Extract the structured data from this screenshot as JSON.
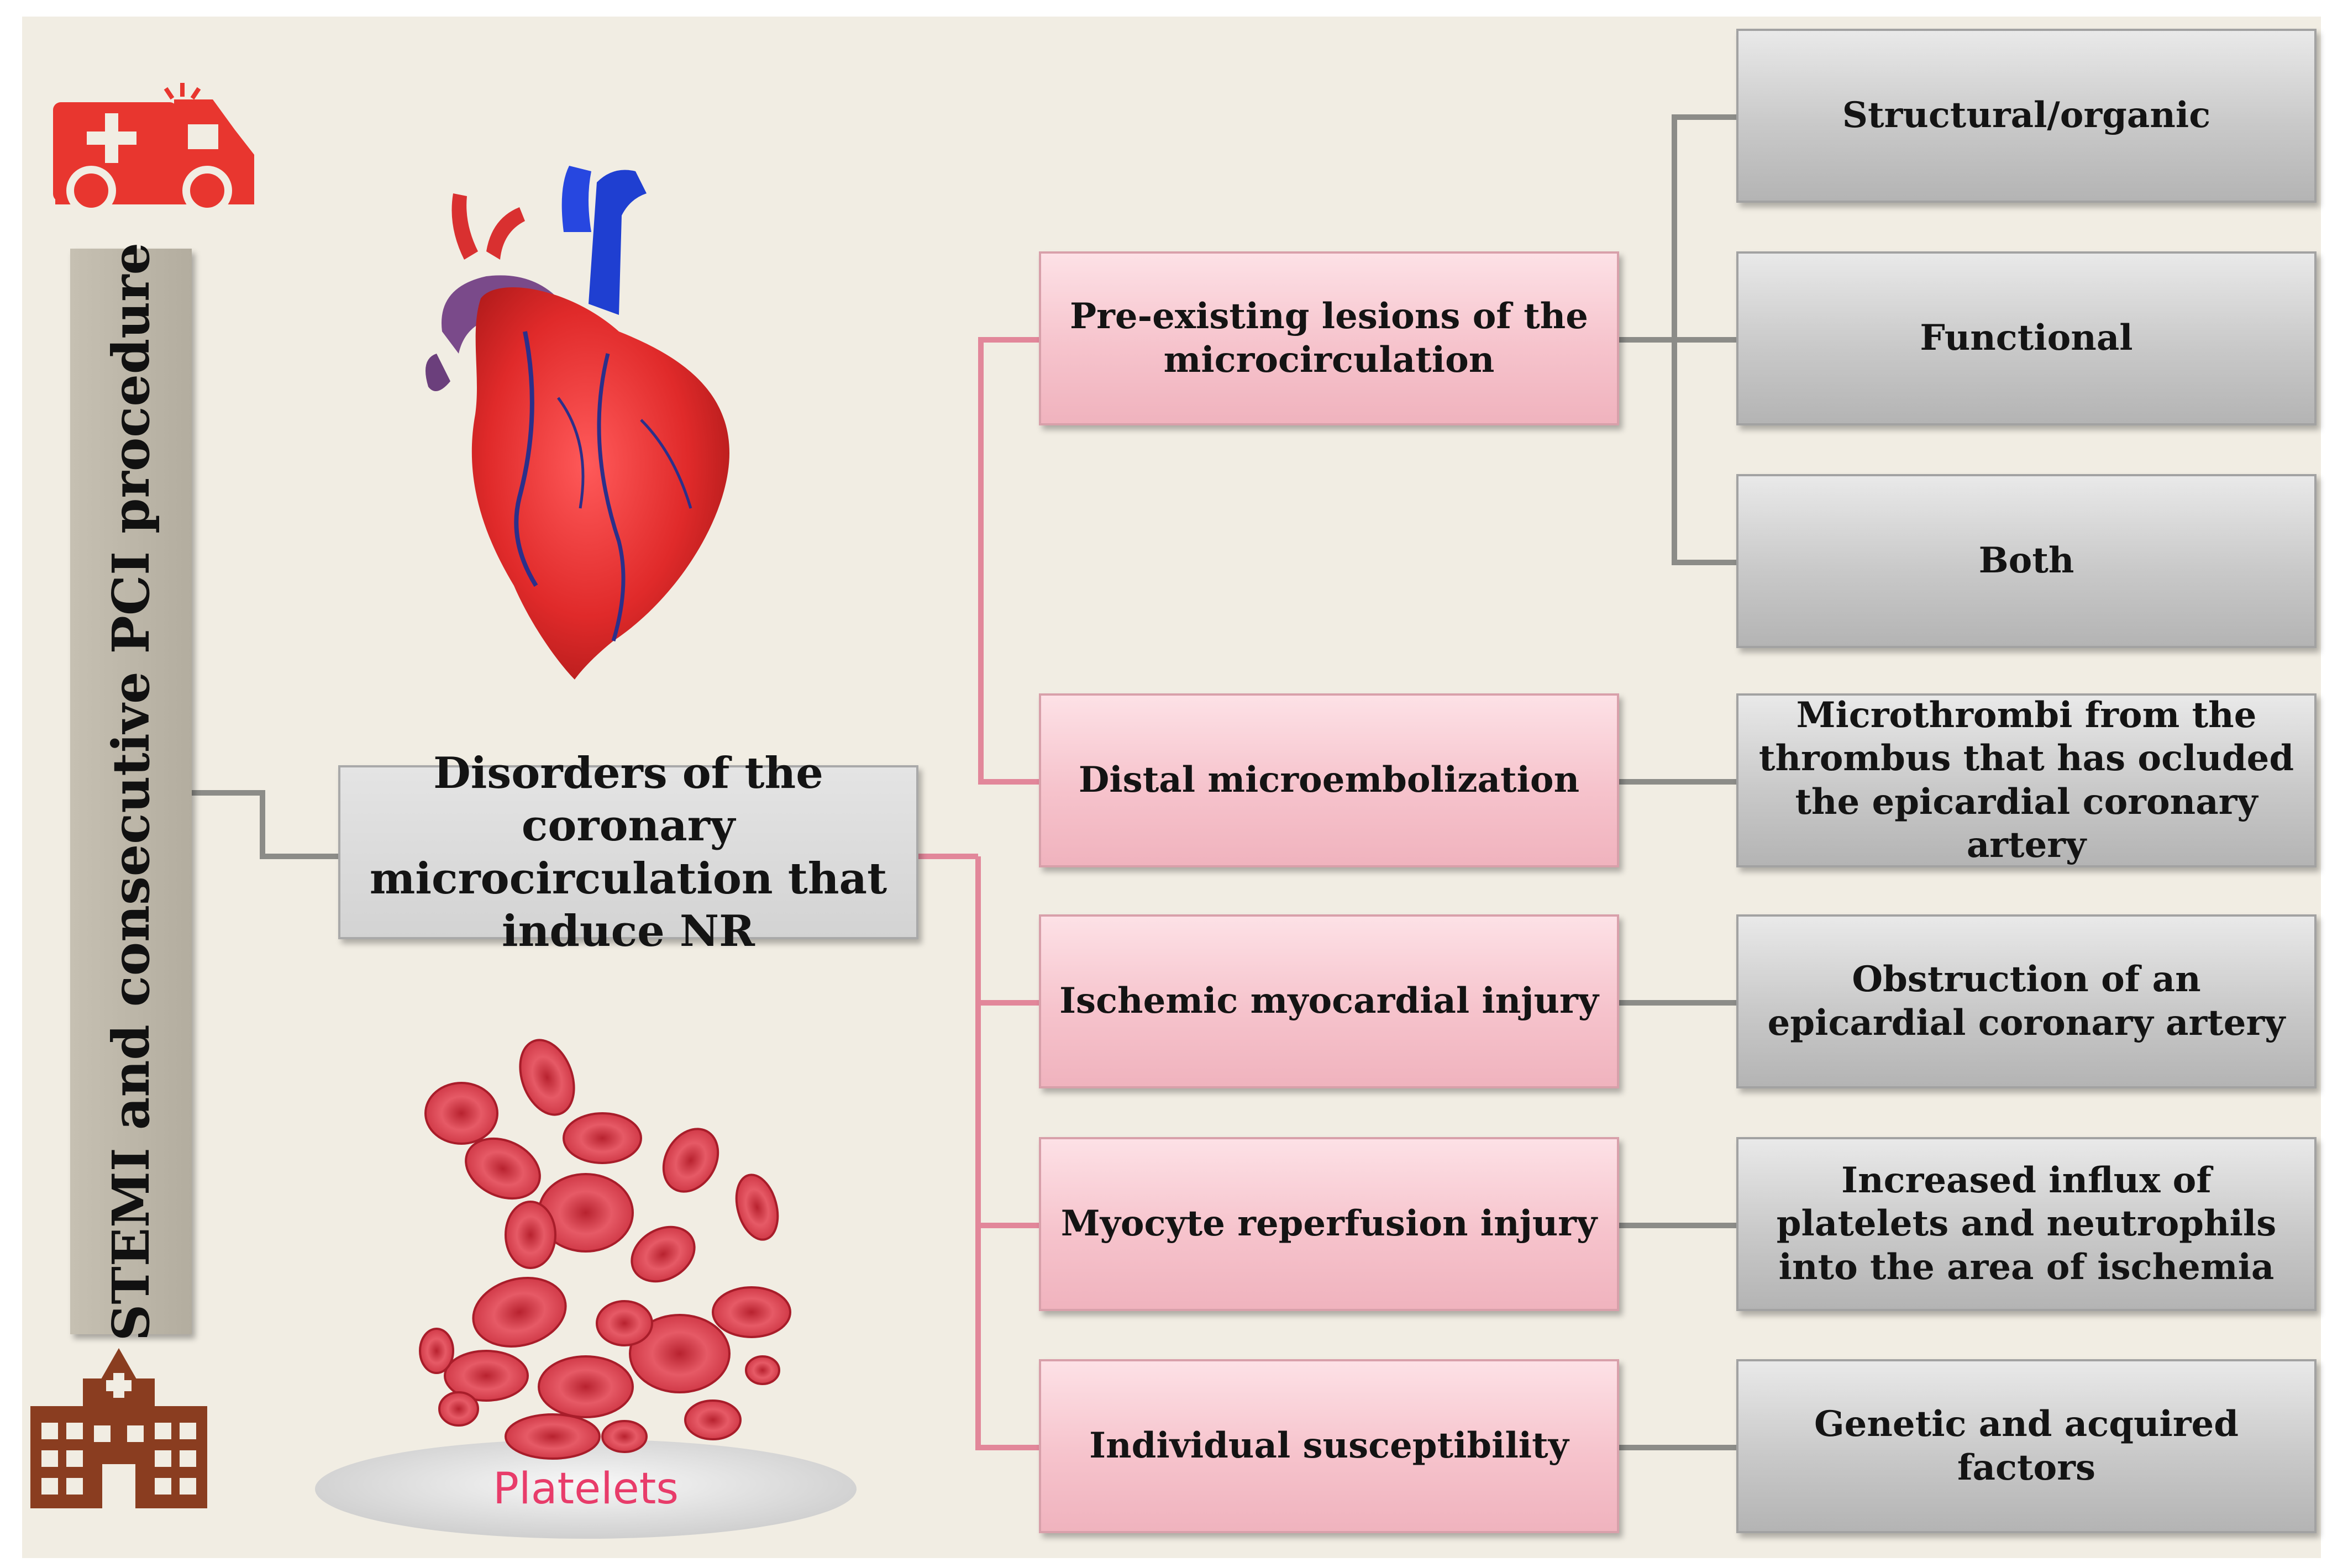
{
  "side_label": "STEMI and consecutive PCI procedure",
  "center_box": "Disorders of the coronary microcirculation that induce NR",
  "causes": [
    {
      "label": "Pre-existing lesions of the microcirculation",
      "details": [
        "Structural/organic",
        "Functional",
        "Both"
      ]
    },
    {
      "label": "Distal microembolization",
      "details": [
        "Microthrombi from the thrombus that has ocluded the epicardial coronary artery"
      ]
    },
    {
      "label": "Ischemic myocardial injury",
      "details": [
        "Obstruction of an epicardial coronary artery"
      ]
    },
    {
      "label": "Myocyte reperfusion injury",
      "details": [
        "Increased influx of platelets and neutrophils into the area of ischemia"
      ]
    },
    {
      "label": "Individual susceptibility",
      "details": [
        "Genetic and acquired factors"
      ]
    }
  ],
  "platelets_label": "Platelets",
  "icons": [
    "ambulance-icon",
    "hospital-icon",
    "heart-illustration",
    "platelets-illustration"
  ],
  "colors": {
    "background": "#f1ede3",
    "pink_connector": "#e2879a",
    "gray_connector": "#8c8c88",
    "ambulance": "#e8362f",
    "hospital": "#8a3d20",
    "platelets_text": "#e83c6a"
  }
}
